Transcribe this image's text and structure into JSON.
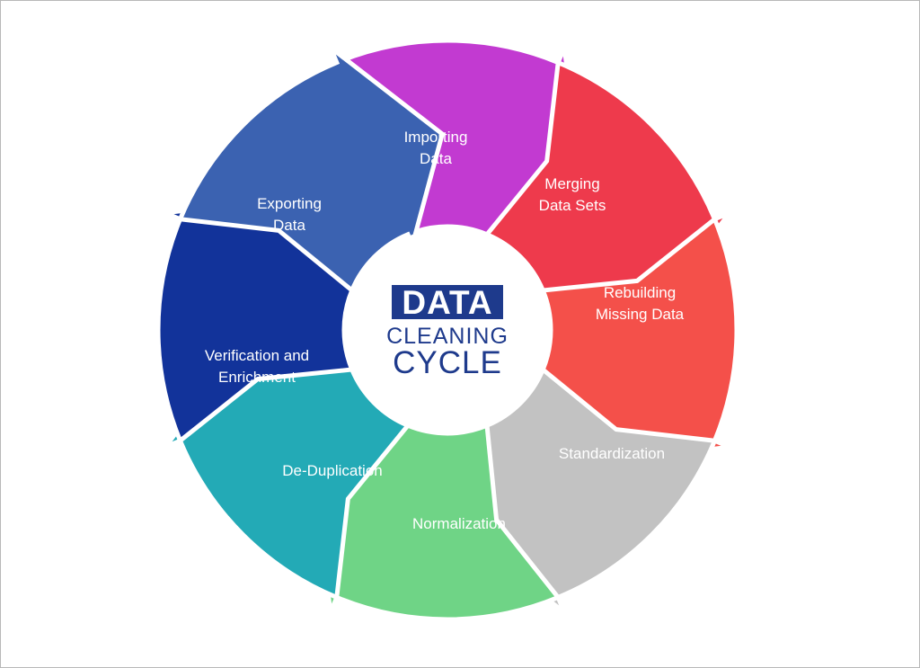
{
  "title": {
    "line1": "DATA",
    "line2": "CLEANING",
    "line3": "CYCLE",
    "color": "#1e3a8c"
  },
  "steps": [
    {
      "name": "step-importing-data",
      "lines": [
        "Importing",
        "Data"
      ],
      "color": "#c23ad1"
    },
    {
      "name": "step-merging-data-sets",
      "lines": [
        "Merging",
        "Data Sets"
      ],
      "color": "#ee3a4c"
    },
    {
      "name": "step-rebuilding-missing-data",
      "lines": [
        "Rebuilding",
        "Missing Data"
      ],
      "color": "#f4504a"
    },
    {
      "name": "step-standardization",
      "lines": [
        "Standardization"
      ],
      "color": "#c2c2c2"
    },
    {
      "name": "step-normalization",
      "lines": [
        "Normalization"
      ],
      "color": "#6fd486"
    },
    {
      "name": "step-de-duplication",
      "lines": [
        "De-Duplication"
      ],
      "color": "#23aab6"
    },
    {
      "name": "step-verification-and-enrichment",
      "lines": [
        "Verification and",
        "Enrichment"
      ],
      "color": "#12339a"
    },
    {
      "name": "step-exporting-data",
      "lines": [
        "Exporting",
        "Data"
      ],
      "color": "#3b62b1"
    }
  ]
}
